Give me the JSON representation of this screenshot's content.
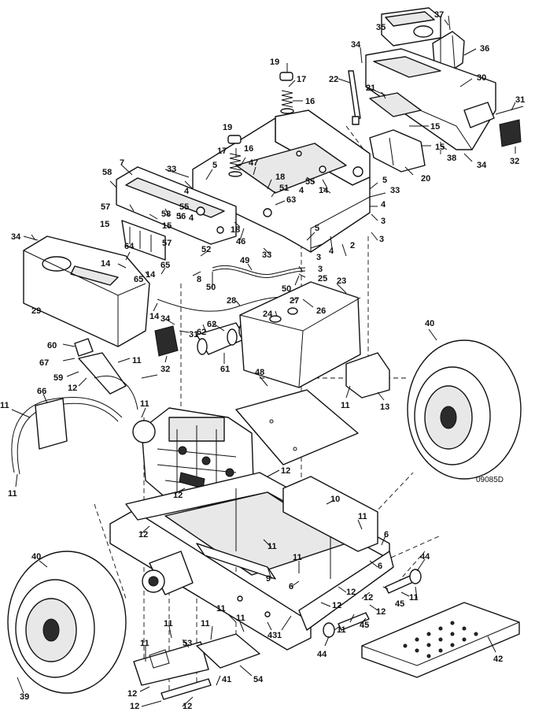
{
  "drawing_code": "09085D",
  "callouts": [
    "1",
    "2",
    "3",
    "4",
    "5",
    "6",
    "7",
    "8",
    "9",
    "10",
    "11",
    "12",
    "13",
    "14",
    "15",
    "16",
    "17",
    "18",
    "19",
    "20",
    "21",
    "22",
    "23",
    "24",
    "25",
    "26",
    "27",
    "28",
    "29",
    "30",
    "31",
    "32",
    "33",
    "34",
    "35",
    "36",
    "37",
    "38",
    "39",
    "40",
    "41",
    "42",
    "43",
    "44",
    "45",
    "46",
    "47",
    "48",
    "49",
    "50",
    "51",
    "52",
    "53",
    "54",
    "55",
    "56",
    "57",
    "58",
    "59",
    "60",
    "61",
    "62",
    "63",
    "64",
    "65",
    "66",
    "67"
  ]
}
